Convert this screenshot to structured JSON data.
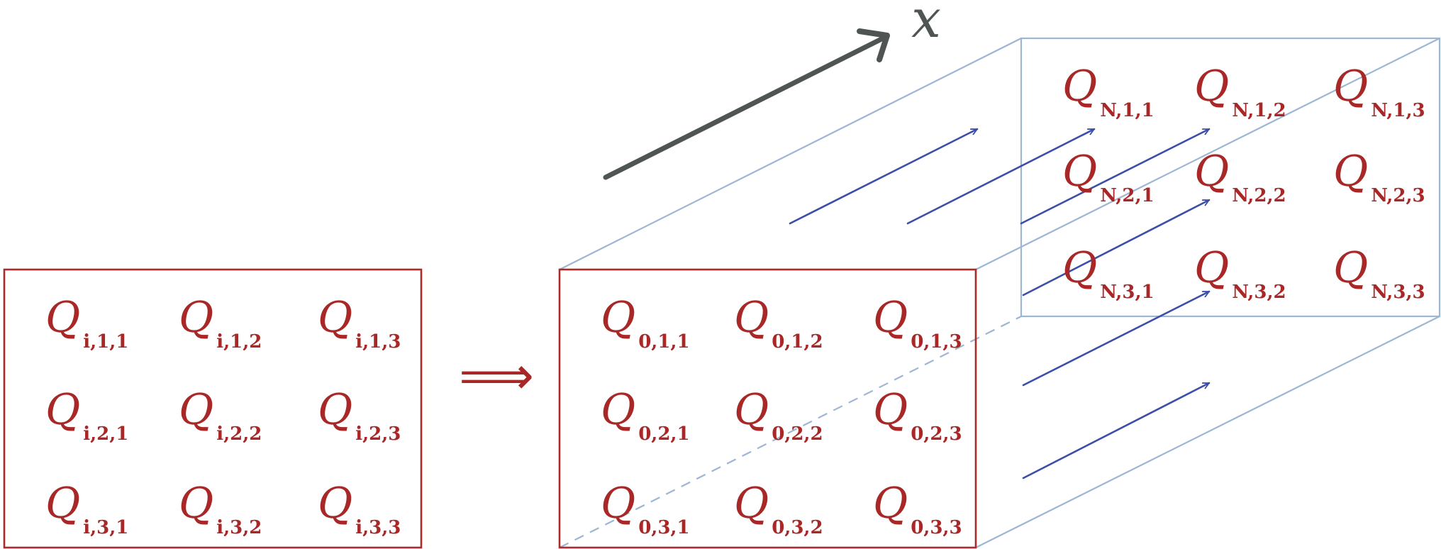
{
  "axis_label": "x",
  "implies_symbol": "⟹",
  "colors": {
    "matrix": "#ad2a2a",
    "text": "#a82828",
    "box": "#9db6d3",
    "flow": "#3c4fa8",
    "axis": "#4f5553"
  },
  "grids": [
    {
      "id": "left-grid",
      "cells": [
        [
          {
            "base": "Q",
            "sub": "i,1,1"
          },
          {
            "base": "Q",
            "sub": "i,1,2"
          },
          {
            "base": "Q",
            "sub": "i,1,3"
          }
        ],
        [
          {
            "base": "Q",
            "sub": "i,2,1"
          },
          {
            "base": "Q",
            "sub": "i,2,2"
          },
          {
            "base": "Q",
            "sub": "i,2,3"
          }
        ],
        [
          {
            "base": "Q",
            "sub": "i,3,1"
          },
          {
            "base": "Q",
            "sub": "i,3,2"
          },
          {
            "base": "Q",
            "sub": "i,3,3"
          }
        ]
      ]
    },
    {
      "id": "front-grid",
      "cells": [
        [
          {
            "base": "Q",
            "sub": "0,1,1"
          },
          {
            "base": "Q",
            "sub": "0,1,2"
          },
          {
            "base": "Q",
            "sub": "0,1,3"
          }
        ],
        [
          {
            "base": "Q",
            "sub": "0,2,1"
          },
          {
            "base": "Q",
            "sub": "0,2,2"
          },
          {
            "base": "Q",
            "sub": "0,2,3"
          }
        ],
        [
          {
            "base": "Q",
            "sub": "0,3,1"
          },
          {
            "base": "Q",
            "sub": "0,3,2"
          },
          {
            "base": "Q",
            "sub": "0,3,3"
          }
        ]
      ]
    },
    {
      "id": "back-grid",
      "cells": [
        [
          {
            "base": "Q",
            "sub": "N,1,1"
          },
          {
            "base": "Q",
            "sub": "N,1,2"
          },
          {
            "base": "Q",
            "sub": "N,1,3"
          }
        ],
        [
          {
            "base": "Q",
            "sub": "N,2,1"
          },
          {
            "base": "Q",
            "sub": "N,2,2"
          },
          {
            "base": "Q",
            "sub": "N,2,3"
          }
        ],
        [
          {
            "base": "Q",
            "sub": "N,3,1"
          },
          {
            "base": "Q",
            "sub": "N,3,2"
          },
          {
            "base": "Q",
            "sub": "N,3,3"
          }
        ]
      ]
    }
  ]
}
